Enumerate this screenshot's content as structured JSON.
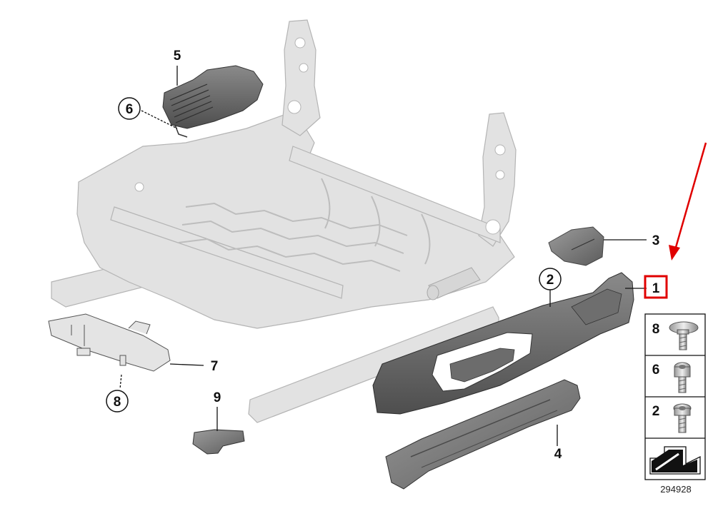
{
  "diagram": {
    "callouts": [
      {
        "id": "1",
        "label": "1",
        "highlighted": true
      },
      {
        "id": "2",
        "label": "2",
        "circled": true
      },
      {
        "id": "3",
        "label": "3"
      },
      {
        "id": "4",
        "label": "4"
      },
      {
        "id": "5",
        "label": "5"
      },
      {
        "id": "6",
        "label": "6",
        "circled": true
      },
      {
        "id": "7",
        "label": "7"
      },
      {
        "id": "8",
        "label": "8",
        "circled": true
      },
      {
        "id": "9",
        "label": "9"
      }
    ],
    "fastener_legend": [
      "8",
      "6",
      "2"
    ],
    "reference_number": "294928",
    "colors": {
      "frame": "#dcdcdc",
      "frame_stroke": "#b8b8b8",
      "trim_dark": "#5a5a5a",
      "trim_mid": "#7a7a7a",
      "trim_light": "#9a9a9a",
      "highlight": "#e00000",
      "arrow": "#e00000"
    }
  }
}
